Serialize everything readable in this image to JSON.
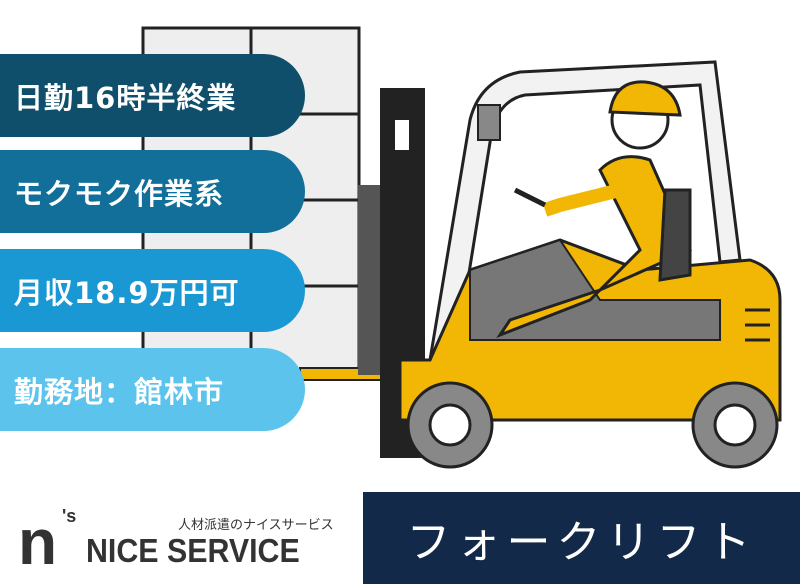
{
  "features": [
    {
      "label": "日勤16時半終業",
      "color": "#0f4f6b"
    },
    {
      "label": "モクモク作業系",
      "color": "#116f99"
    },
    {
      "label": "月収18.9万円可",
      "color": "#1a98d3"
    },
    {
      "label": "勤務地：館林市",
      "color": "#5cc4ec"
    }
  ],
  "logo": {
    "mark": "n",
    "mark_suffix": "'s",
    "tagline": "人材派遣のナイスサービス",
    "name": "NICE SERVICE"
  },
  "job_title": "フォークリフト",
  "colors": {
    "banner": "#13294a",
    "forklift": "#f2b705"
  }
}
